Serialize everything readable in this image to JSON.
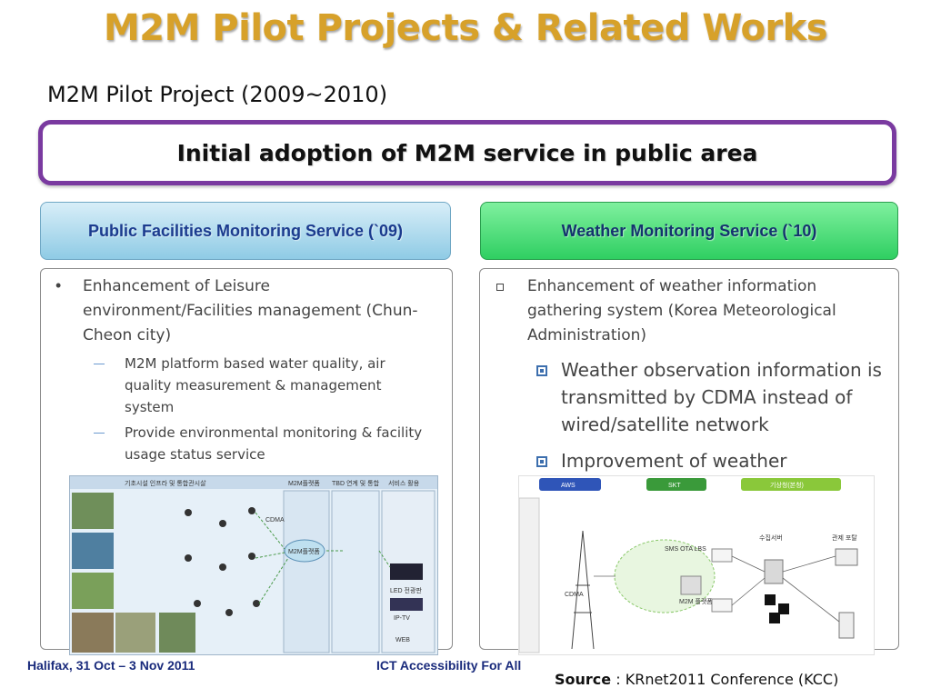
{
  "title": "M2M Pilot Projects & Related Works",
  "subtitle": "M2M Pilot Project (2009~2010)",
  "banner": "Initial adoption of M2M service in public area",
  "left": {
    "tab": "Public Facilities Monitoring Service (`09)",
    "bullet_main": "Enhancement of Leisure environment/Facilities management (Chun-Cheon city)",
    "sub1": "M2M platform based  water quality, air quality measurement & management system",
    "sub2": "Provide environmental monitoring & facility usage status service",
    "diagram": {
      "header1": "기초시설 인프라 및 통합관시살",
      "header2": "M2M플랫폼",
      "header3": "TBD 연계 및 통합",
      "header4": "서비스 활용",
      "label_center": "M2M플랫폼",
      "label_cdma": "CDMA",
      "label_led": "LED 전광판",
      "label_iptv": "IP-TV",
      "label_web": "WEB"
    }
  },
  "right": {
    "tab": "Weather Monitoring Service (`10)",
    "bullet_main": "Enhancement of weather information gathering system (Korea Meteorological Administration)",
    "sub1": "Weather observation information is transmitted by CDMA instead of wired/satellite network",
    "sub2": "Improvement of weather",
    "diagram": {
      "band1": "AWS",
      "band2": "SKT",
      "band3": "기상청(본청)",
      "label_cdma": "CDMA",
      "label_server": "수집서버",
      "label_portal": "관제 포탈",
      "label_m2m": "M2M 플랫폼",
      "label_sms": "SMS OTA LBS"
    }
  },
  "footer": {
    "left": "Halifax, 31 Oct – 3 Nov 2011",
    "center": "ICT Accessibility For All",
    "source_label": "Source",
    "source_sep": " :  ",
    "source_text": "KRnet2011 Conference (KCC)"
  },
  "colors": {
    "title": "#d7a12a",
    "banner_border": "#7a3aa0",
    "tab_left": "#8fcbe5",
    "tab_right": "#2fcf62"
  }
}
